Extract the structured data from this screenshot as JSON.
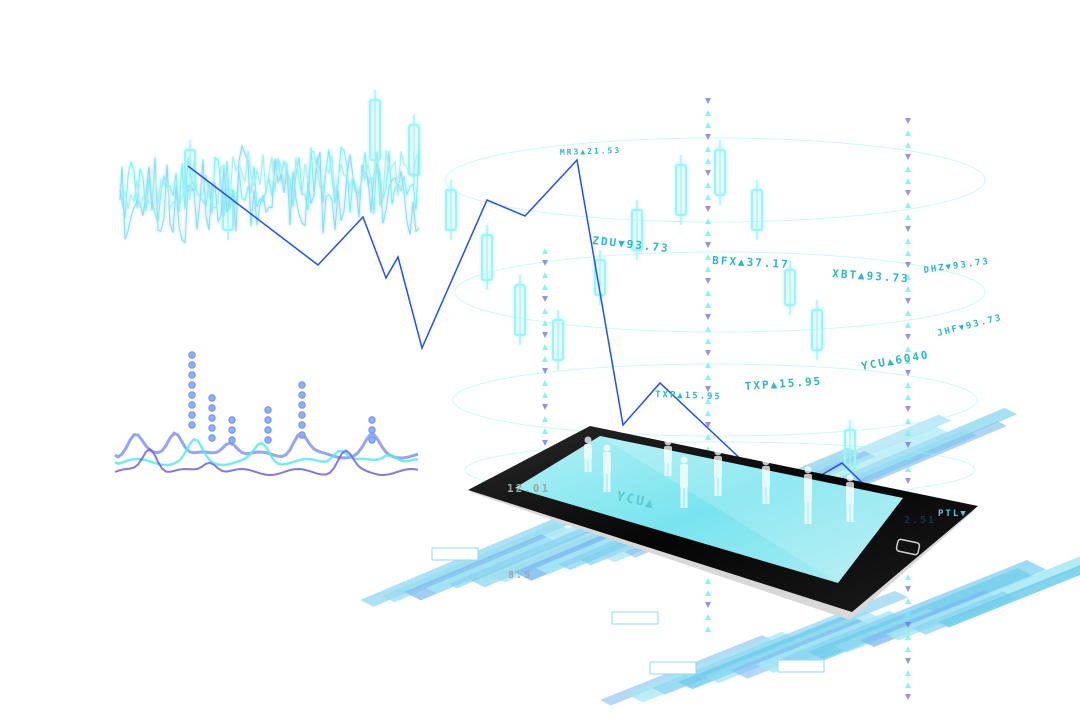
{
  "colors": {
    "background": "#ffffff",
    "cyan": "#5ff0f0",
    "light_cyan": "#a8f4fb",
    "teal_text": "#29b3c4",
    "blue_line": "#1f4fff",
    "violet": "#7a6df2",
    "phone_body": "#0d0d0d",
    "phone_screen": "#8ff2fb"
  },
  "icons": {
    "phone": "smartphone-icon",
    "up_arrow": "up-triangle-icon",
    "down_arrow": "down-triangle-icon"
  },
  "ticker_labels": [
    {
      "text": "ZDU▼93.73"
    },
    {
      "text": "BFX▲37.17"
    },
    {
      "text": "XBT▲93.73"
    },
    {
      "text": "DHZ▼93.73"
    },
    {
      "text": "TXP▲15.95"
    },
    {
      "text": "YCU▲6040"
    },
    {
      "text": "JHF▼93.73"
    },
    {
      "text": "TXP▲15.95"
    },
    {
      "text": "MR3▲21.53"
    },
    {
      "text": "YCU▲"
    }
  ],
  "screen_labels": [
    {
      "text": "12.01"
    },
    {
      "text": "8.5"
    },
    {
      "text": "2.51"
    },
    {
      "text": "PTL▼"
    }
  ]
}
